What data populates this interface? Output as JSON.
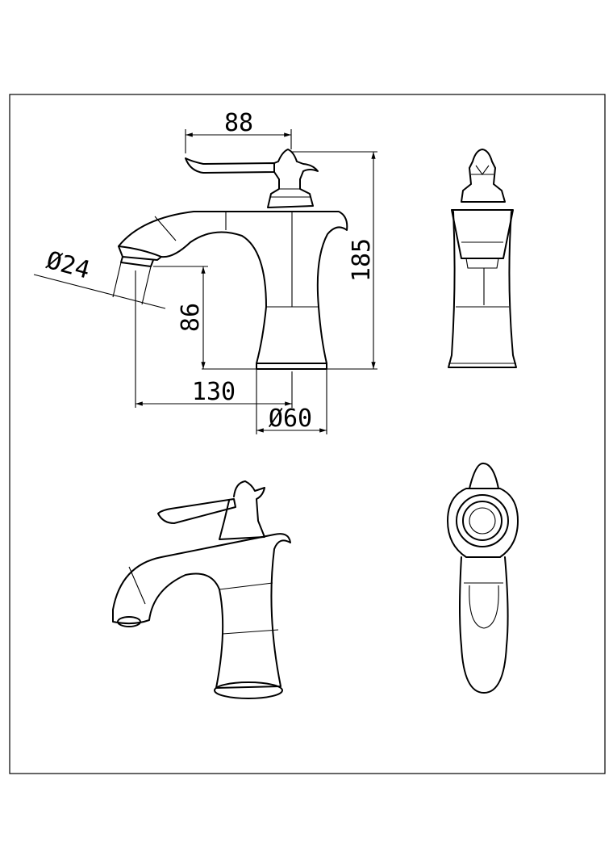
{
  "drawing": {
    "dimensions": {
      "handle_reach": "88",
      "total_height": "185",
      "aerator_diameter": "Ø24",
      "spout_height": "86",
      "spout_reach": "130",
      "base_diameter": "Ø60"
    },
    "views": [
      "side-elevation",
      "front-elevation",
      "perspective",
      "top-plan"
    ],
    "line_color": "#000000",
    "background": "#ffffff"
  }
}
